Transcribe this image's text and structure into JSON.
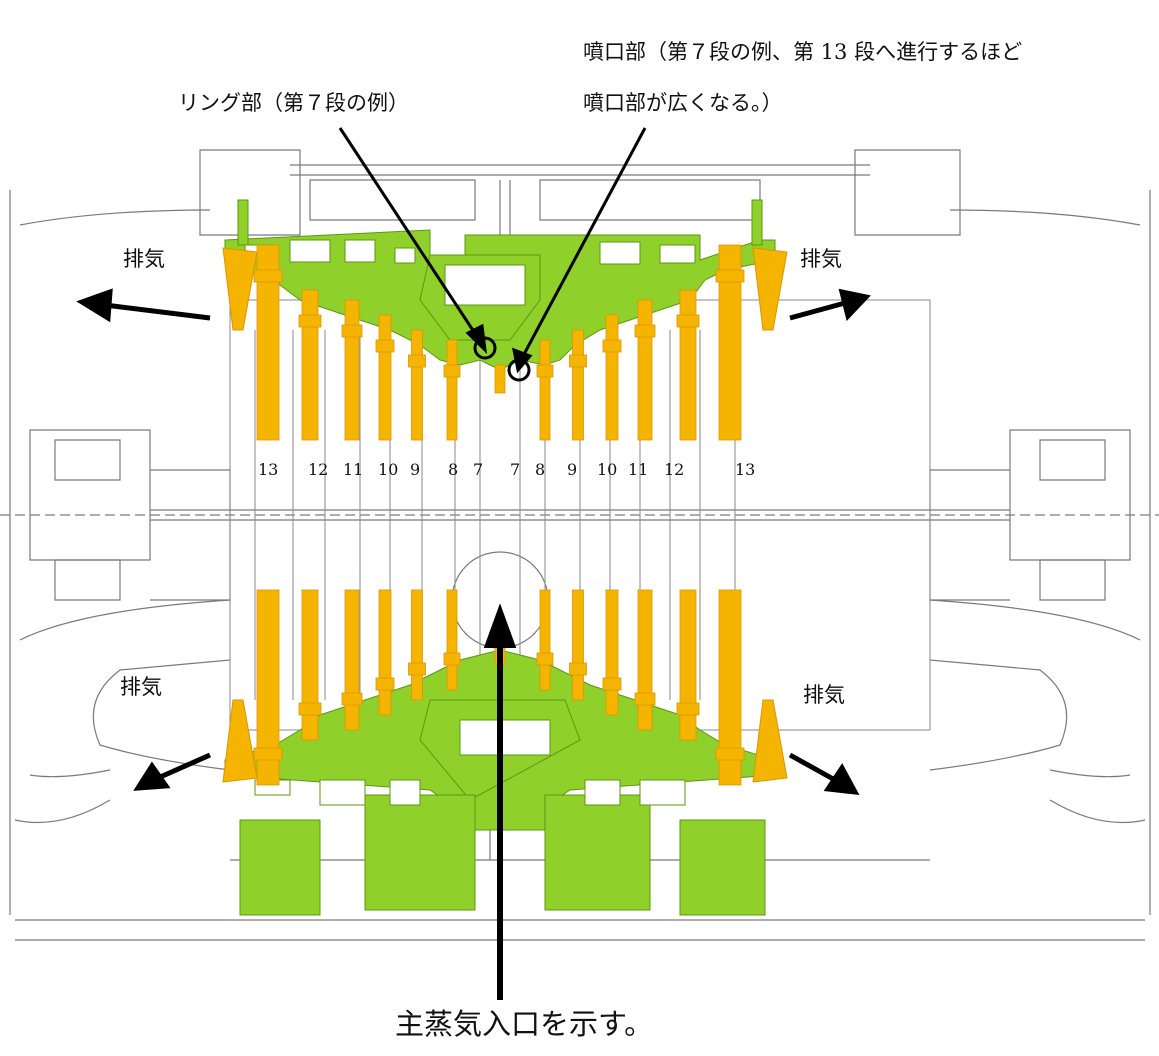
{
  "labels": {
    "ring_callout": "リング部（第７段の例）",
    "nozzle_callout_line1": "噴口部（第７段の例、第 13 段へ進行するほど",
    "nozzle_callout_line2": "噴口部が広くなる。）",
    "exhaust": "排気",
    "main_steam_inlet": "主蒸気入口を示す。"
  },
  "stages_left": [
    "13",
    "12",
    "11",
    "10",
    "9",
    "8",
    "7"
  ],
  "stages_right": [
    "7",
    "8",
    "9",
    "10",
    "11",
    "12",
    "13"
  ],
  "colors": {
    "casing": "#8fd12a",
    "casing_dark": "#6fae16",
    "blade": "#f5b400",
    "blade_dark": "#d99600",
    "line": "#555555",
    "arrow": "#000000"
  }
}
